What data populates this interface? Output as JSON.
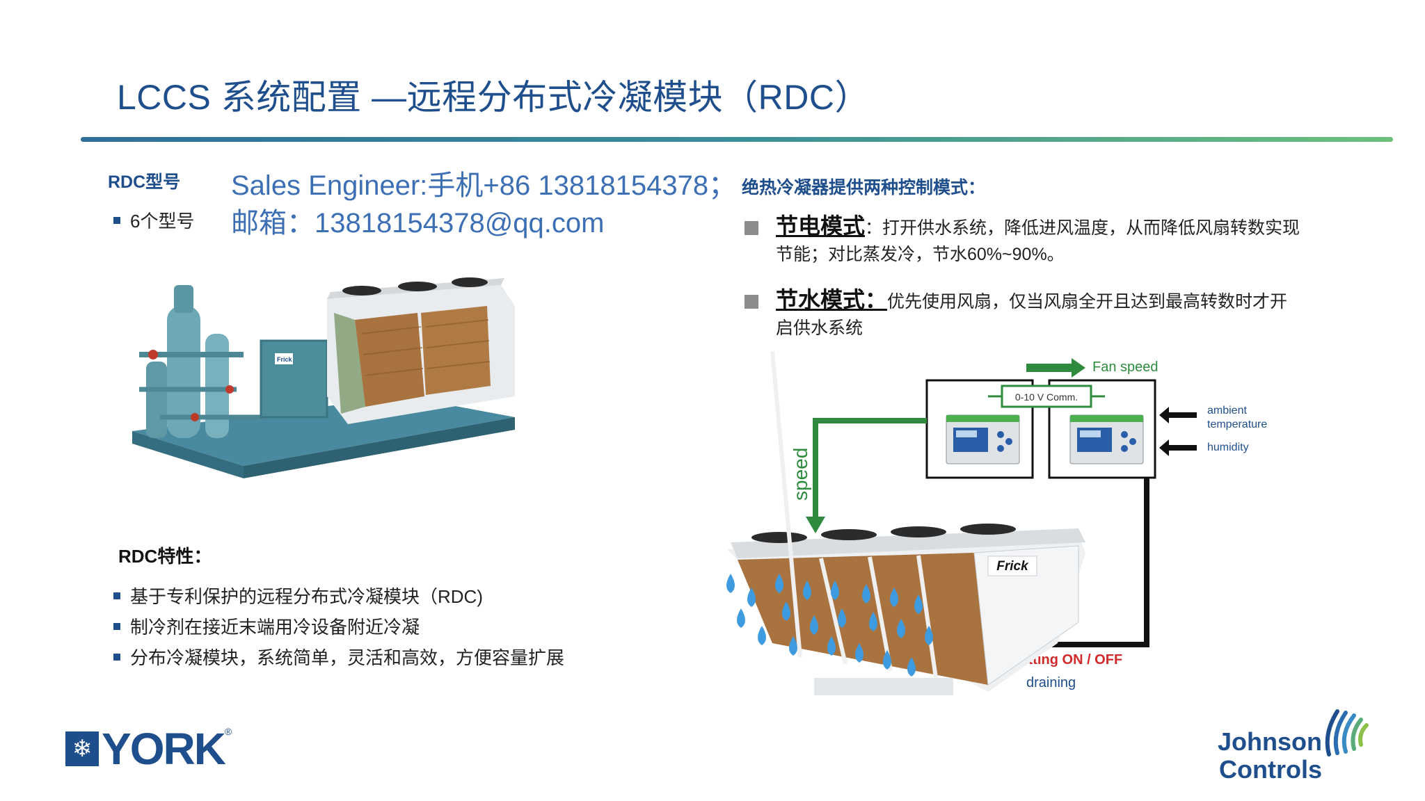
{
  "header": {
    "title": "LCCS 系统配置 —远程分布式冷凝模块（RDC）"
  },
  "models": {
    "title": "RDC型号",
    "items": [
      "6个型号"
    ]
  },
  "sales": {
    "line1": "Sales Engineer:手机+86 13818154378；",
    "line2": "邮箱：13818154378@qq.com"
  },
  "control": {
    "title": "绝热冷凝器提供两种控制模式：",
    "modes": [
      {
        "name": "节电模式",
        "desc": "：打开供水系统，降低进风温度，从而降低风扇转数实现节能；对比蒸发冷，节水60%~90%。"
      },
      {
        "name": "节水模式：",
        "desc": "优先使用风扇，仅当风扇全开且达到最高转数时才开启供水系统"
      }
    ]
  },
  "features": {
    "title": "RDC特性：",
    "items": [
      "基于专利保护的远程分布式冷凝模块（RDC)",
      "制冷剂在接近末端用冷设备附近冷凝",
      "分布冷凝模块，系统简单，灵活和高效，方便容量扩展"
    ]
  },
  "diagram": {
    "fan_speed": "Fan speed",
    "comm": "0-10 V Comm.",
    "ambient_temperature": "ambient temperature",
    "humidity": "humidity",
    "speed": "speed",
    "brand": "Frick",
    "wetting": "Wetting ON / OFF",
    "draining": "draining"
  },
  "machine": {
    "brand": "Frick"
  },
  "logos": {
    "york": "YORK",
    "johnson": "Johnson",
    "controls": "Controls"
  },
  "colors": {
    "brand_blue": "#1f4e8c",
    "sales_blue": "#3d6fb5",
    "green": "#2e8b3e",
    "red": "#d12a2a",
    "water": "#3f9be0"
  }
}
